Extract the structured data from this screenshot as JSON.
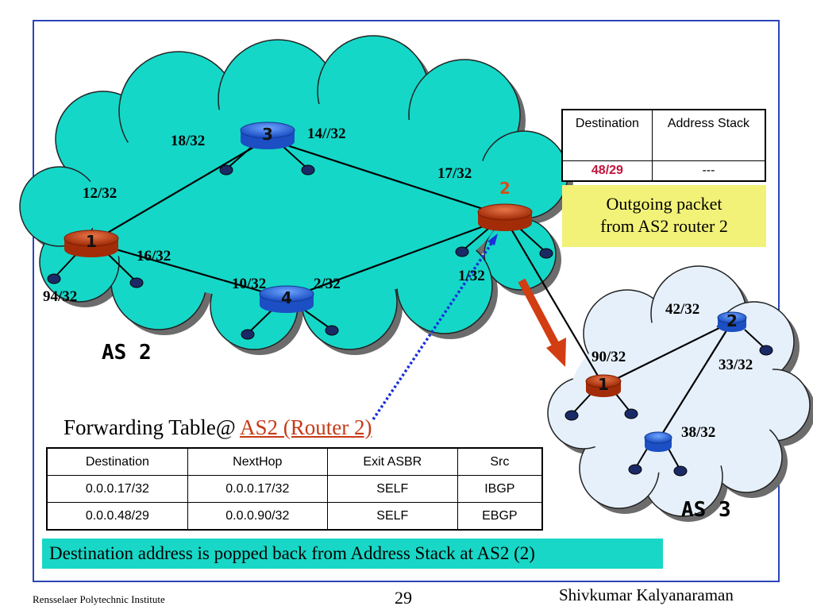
{
  "diagram": {
    "as2_name": "AS 2",
    "as3_name": "AS 3",
    "routers": {
      "as2_r1": "1",
      "as2_r2": "2",
      "as2_r3": "3",
      "as2_r4": "4",
      "as3_r1": "1",
      "as3_r2": "2"
    },
    "labels": {
      "l_18": "18/32",
      "l_14": "14//32",
      "l_12": "12/32",
      "l_17": "17/32",
      "l_16": "16/32",
      "l_10": "10/32",
      "l_2": "2/32",
      "l_1": "1/32",
      "l_94": "94/32",
      "l_42": "42/32",
      "l_90": "90/32",
      "l_33": "33/32",
      "l_38": "38/32"
    },
    "colors": {
      "as2_cloud": "#15d7c8",
      "as3_cloud": "#e6f0fa",
      "red_router": "#c23a10",
      "blue_router": "#2f6fe0",
      "arrow": "#d23d12",
      "dotted": "#1a2fd8"
    }
  },
  "address_stack_table": {
    "headers": [
      "Destination",
      "Address Stack"
    ],
    "row": [
      "48/29",
      "---"
    ]
  },
  "yellow_note": {
    "line1": "Outgoing packet",
    "line2": "from AS2 router 2"
  },
  "forwarding_table": {
    "title": "Forwarding Table@ ",
    "title_link": "AS2 (Router 2)",
    "headers": [
      "Destination",
      "NextHop",
      "Exit ASBR",
      "Src"
    ],
    "rows": [
      [
        "0.0.0.17/32",
        "0.0.0.17/32",
        "SELF",
        "IBGP"
      ],
      [
        "0.0.0.48/29",
        "0.0.0.90/32",
        "SELF",
        "EBGP"
      ]
    ]
  },
  "cyan_note": "Destination address is popped back from Address Stack at AS2 (2)",
  "footer": {
    "left": "Rensselaer Polytechnic Institute",
    "page": "29",
    "right": "Shivkumar Kalyanaraman"
  }
}
